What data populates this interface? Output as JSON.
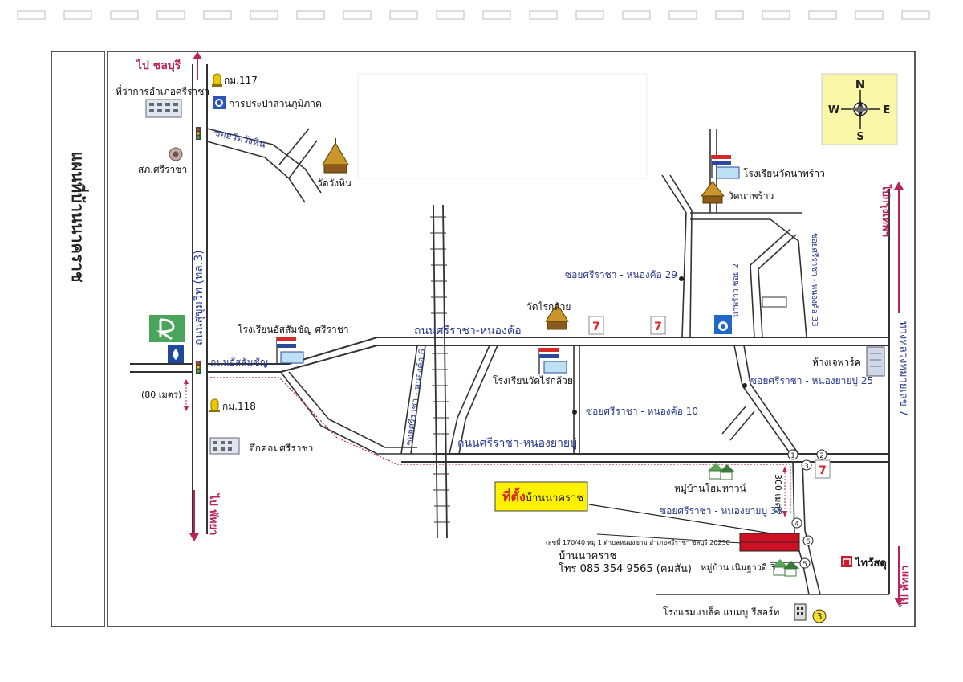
{
  "map": {
    "side_title": "แผนที่บ้านนาคราช",
    "compass": {
      "n": "N",
      "s": "S",
      "e": "E",
      "w": "W"
    },
    "directions": {
      "to_chonburi": "ไป ชลบุรี",
      "to_bangkok": "ไปกรุงเทพฯ",
      "to_pattaya_left": "ไป พัทยา",
      "to_pattaya_right": "ไป พัทยา"
    },
    "roads": {
      "sukhumvit": "ถนนสุขุมวิท (ทล.3)",
      "soi_wat_wang_hin": "ซอยวัดวังหิน",
      "road_assumption": "ถนนอัสสัมชัญ",
      "sriracha_nongkho": "ถนนศรีราชา-หนองค้อ",
      "sriracha_nongyaiboo": "ถนนศรีราชา-หนองยายบู่",
      "soi_nongkho_6": "ซอยศรีราชา - หนองค้อ 6",
      "soi_nongkho_29": "ซอยศรีราชา - หนองค้อ 29",
      "soi_nongkho_10": "ซอยศรีราชา - หนองค้อ 10",
      "soi_nongkho_33": "ซอยศรีราชา - หนองค้อ 33",
      "soi_naphrao_2": "นาพร้าว ซอย 2",
      "soi_nongyaiboo_25": "ซอยศรีราชา - หนองยายบู่ 25",
      "soi_nongyaiboo_38": "ซอยศรีราชา - หนองยายบู่ 38",
      "highway_7": "ทางหลวงหมายเลข 7"
    },
    "places": {
      "district_office": "ที่ว่าการอำเภอศรีราชา",
      "km117": "กม.117",
      "pwa": "การประปาส่วนภูมิภาค",
      "police": "สภ.ศรีราชา",
      "wat_wang_hin": "วัดวังหิน",
      "school_assumption": "โรงเรียนอัสสัมชัญ ศรีราชา",
      "km118": "กม.118",
      "tuk_com": "ตึกคอมศรีราชา",
      "wat_rai_kluay": "วัดไร่กล้วย",
      "school_rai_kluay": "โรงเรียนวัดไร่กล้วย",
      "school_na_phrao": "โรงเรียนวัดนาพร้าว",
      "wat_na_phrao": "วัดนาพร้าว",
      "jpark": "ห้างเจพาร์ค",
      "home_town": "หมู่บ้านโฮมทาวน์",
      "nern_thawadee": "หมู่บ้าน เนินฐาวดี 3",
      "thai_watsadu": "ไทวัสดุ",
      "hotel": "โรงแรมแบล็ค แบมบู รีสอร์ท"
    },
    "distances": {
      "d80": "(80 เมตร)",
      "d300": "300 เมตร"
    },
    "target": {
      "label_prefix": "ที่ตั้ง",
      "label_name": "บ้านนาคราช",
      "address": "เลขที่ 170/40 หมู่ 1 ตำบลหนองขาม อำเภอศรีราชา ชลบุรี 20230",
      "name": "บ้านนาคราช",
      "phone": "โทร 085 354 9565 (คมสัน)"
    },
    "markers": [
      "1",
      "2",
      "3",
      "4",
      "5",
      "6"
    ],
    "marker_3_yellow": "3",
    "store_7_11": "7",
    "colors": {
      "accent_red": "#b8245a",
      "road_blue": "#2a3a8c",
      "target_red": "#cc1122",
      "compass_bg": "#fbf7a8"
    }
  }
}
